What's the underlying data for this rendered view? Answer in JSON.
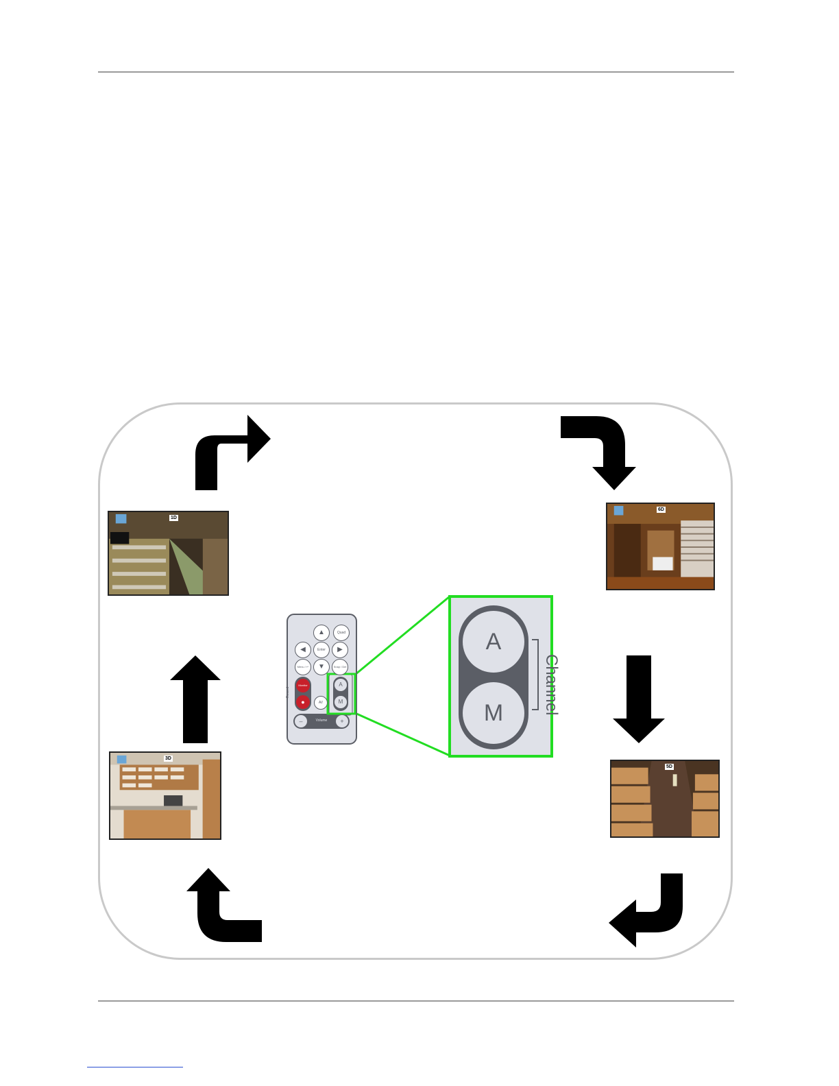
{
  "remote": {
    "buttons": {
      "quad": "Quad",
      "enter": "Enter",
      "menu": "Menu / ↵",
      "snapshot": "Snap / Del",
      "monitor": "Monitor",
      "record": "Record",
      "av": "AV",
      "a": "A",
      "m": "M",
      "volume": "Volume",
      "minus": "–",
      "plus": "+"
    }
  },
  "zoom": {
    "button_a": "A",
    "button_m": "M",
    "channel_label": "Channel"
  },
  "cameras": [
    {
      "id": "warehouse-aisles",
      "badge": "1D"
    },
    {
      "id": "hallway",
      "badge": "6D"
    },
    {
      "id": "warehouse-boxes",
      "badge": "5D"
    },
    {
      "id": "office",
      "badge": "3D"
    }
  ],
  "colors": {
    "highlight": "#22dd22",
    "remote_body": "#dfe1e8",
    "remote_dark": "#5b5e66",
    "record_red": "#c8202a",
    "arrow": "#000000",
    "frame": "#c9c9c9"
  }
}
